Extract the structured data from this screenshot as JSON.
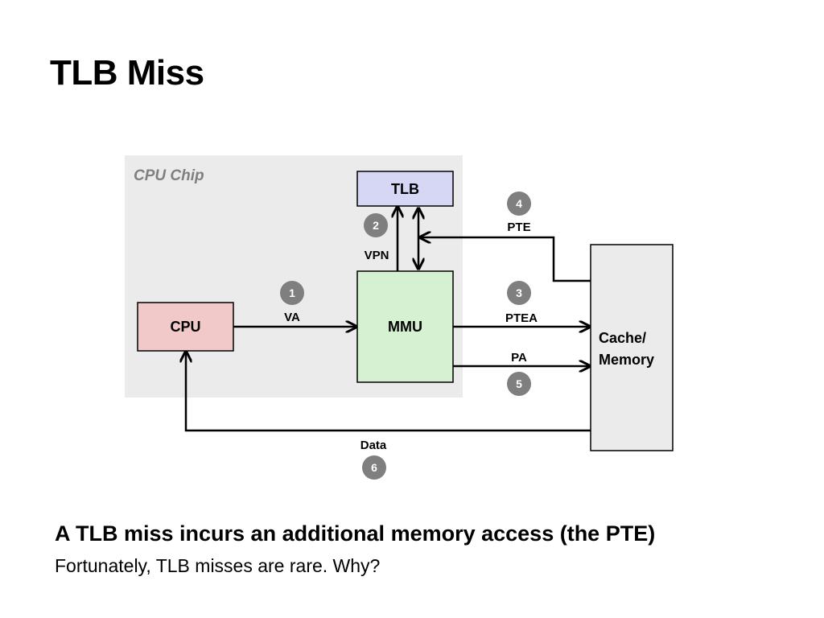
{
  "slide": {
    "title": "TLB Miss",
    "headline": "A TLB miss incurs an additional memory access (the PTE)",
    "subtext": "Fortunately, TLB misses are rare. Why?"
  },
  "diagram": {
    "chip_label": "CPU Chip",
    "nodes": {
      "cpu": "CPU",
      "mmu": "MMU",
      "tlb": "TLB",
      "memory_line1": "Cache/",
      "memory_line2": "Memory"
    },
    "edges": {
      "va": "VA",
      "vpn": "VPN",
      "pte": "PTE",
      "ptea": "PTEA",
      "pa": "PA",
      "data": "Data"
    },
    "steps": {
      "va": "1",
      "vpn": "2",
      "ptea": "3",
      "pte": "4",
      "pa": "5",
      "data": "6"
    },
    "colors": {
      "chip": "#ebebeb",
      "chip_label": "#7f7f7f",
      "cpu": "#f2c9c9",
      "mmu": "#d6f0d2",
      "tlb": "#d6d6f5",
      "memory": "#ebebeb",
      "step_badge": "#7f7f7f"
    }
  }
}
